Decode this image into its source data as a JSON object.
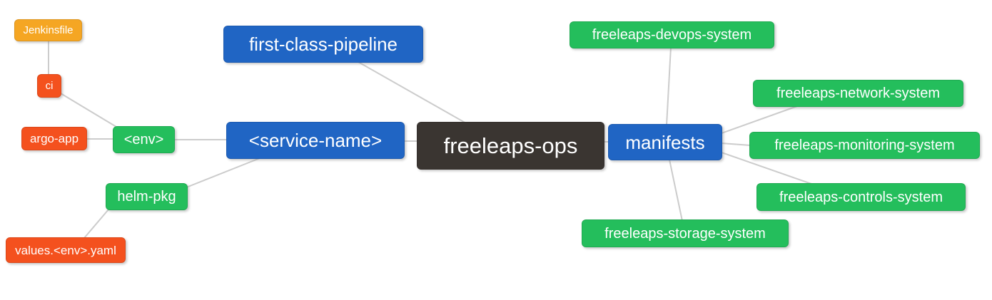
{
  "diagram": {
    "type": "mindmap",
    "background": "#ffffff",
    "edge_color": "#cccccc",
    "text_color": "#ffffff"
  },
  "palette": {
    "blue": "#2065c4",
    "green": "#24be5c",
    "red": "#f4511e",
    "orange": "#f5a623",
    "dark": "#3a3531"
  },
  "nodes": {
    "jenkinsfile": {
      "label": "Jenkinsfile",
      "color": "orange"
    },
    "ci": {
      "label": "ci",
      "color": "red"
    },
    "argo_app": {
      "label": "argo-app",
      "color": "red"
    },
    "env": {
      "label": "<env>",
      "color": "green"
    },
    "service_name": {
      "label": "<service-name>",
      "color": "blue"
    },
    "first_class_pipeline": {
      "label": "first-class-pipeline",
      "color": "blue"
    },
    "freeleaps_ops": {
      "label": "freeleaps-ops",
      "color": "dark"
    },
    "manifests": {
      "label": "manifests",
      "color": "blue"
    },
    "devops_system": {
      "label": "freeleaps-devops-system",
      "color": "green"
    },
    "network_system": {
      "label": "freeleaps-network-system",
      "color": "green"
    },
    "monitoring_system": {
      "label": "freeleaps-monitoring-system",
      "color": "green"
    },
    "controls_system": {
      "label": "freeleaps-controls-system",
      "color": "green"
    },
    "storage_system": {
      "label": "freeleaps-storage-system",
      "color": "green"
    },
    "helm_pkg": {
      "label": "helm-pkg",
      "color": "green"
    },
    "values_env_yaml": {
      "label": "values.<env>.yaml",
      "color": "red"
    }
  },
  "edges": [
    [
      "jenkinsfile",
      "ci"
    ],
    [
      "ci",
      "env"
    ],
    [
      "argo_app",
      "env"
    ],
    [
      "env",
      "service_name"
    ],
    [
      "service_name",
      "freeleaps_ops"
    ],
    [
      "first_class_pipeline",
      "freeleaps_ops"
    ],
    [
      "service_name",
      "helm_pkg"
    ],
    [
      "helm_pkg",
      "values_env_yaml"
    ],
    [
      "freeleaps_ops",
      "manifests"
    ],
    [
      "manifests",
      "devops_system"
    ],
    [
      "manifests",
      "network_system"
    ],
    [
      "manifests",
      "monitoring_system"
    ],
    [
      "manifests",
      "controls_system"
    ],
    [
      "manifests",
      "storage_system"
    ]
  ]
}
